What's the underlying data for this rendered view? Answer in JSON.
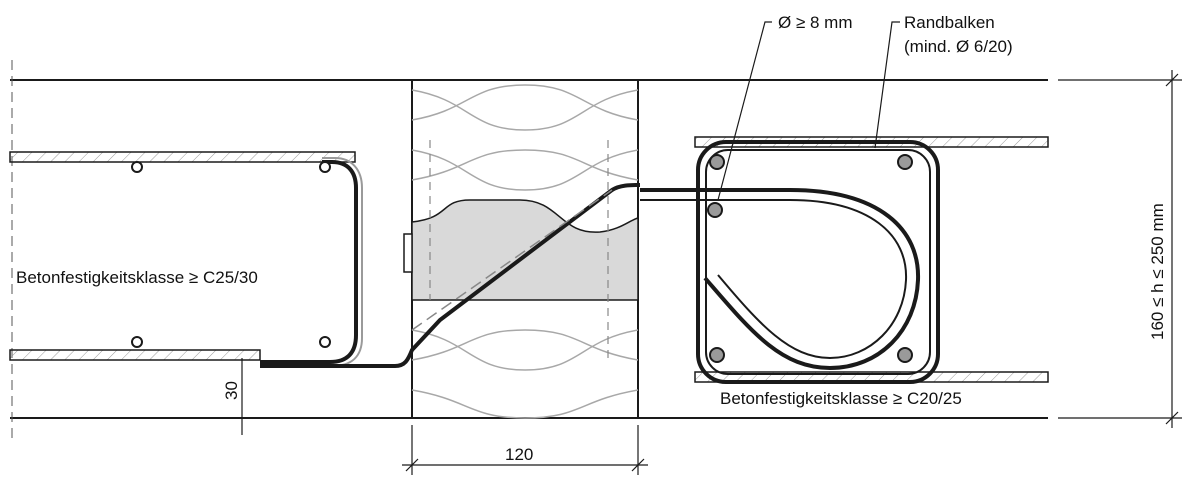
{
  "labels": {
    "diameter_min": "Ø ≥ 8 mm",
    "edge_beam_title": "Randbalken",
    "edge_beam_detail": "(mind. Ø 6/20)",
    "concrete_left": "Betonfestigkeitsklasse ≥ C25/30",
    "concrete_right": "Betonfestigkeitsklasse ≥ C20/25",
    "thickness_range": "160 ≤ h ≤  250 mm",
    "cover_dimension": "30",
    "insulation_width": "120"
  },
  "colors": {
    "line": "#1a1a1a",
    "hatch": "#9a9a9a",
    "insulation_wave": "#a8a8a8",
    "load_block_fill": "#d9d9d9",
    "bar_section_fill": "#9a9a9a"
  }
}
